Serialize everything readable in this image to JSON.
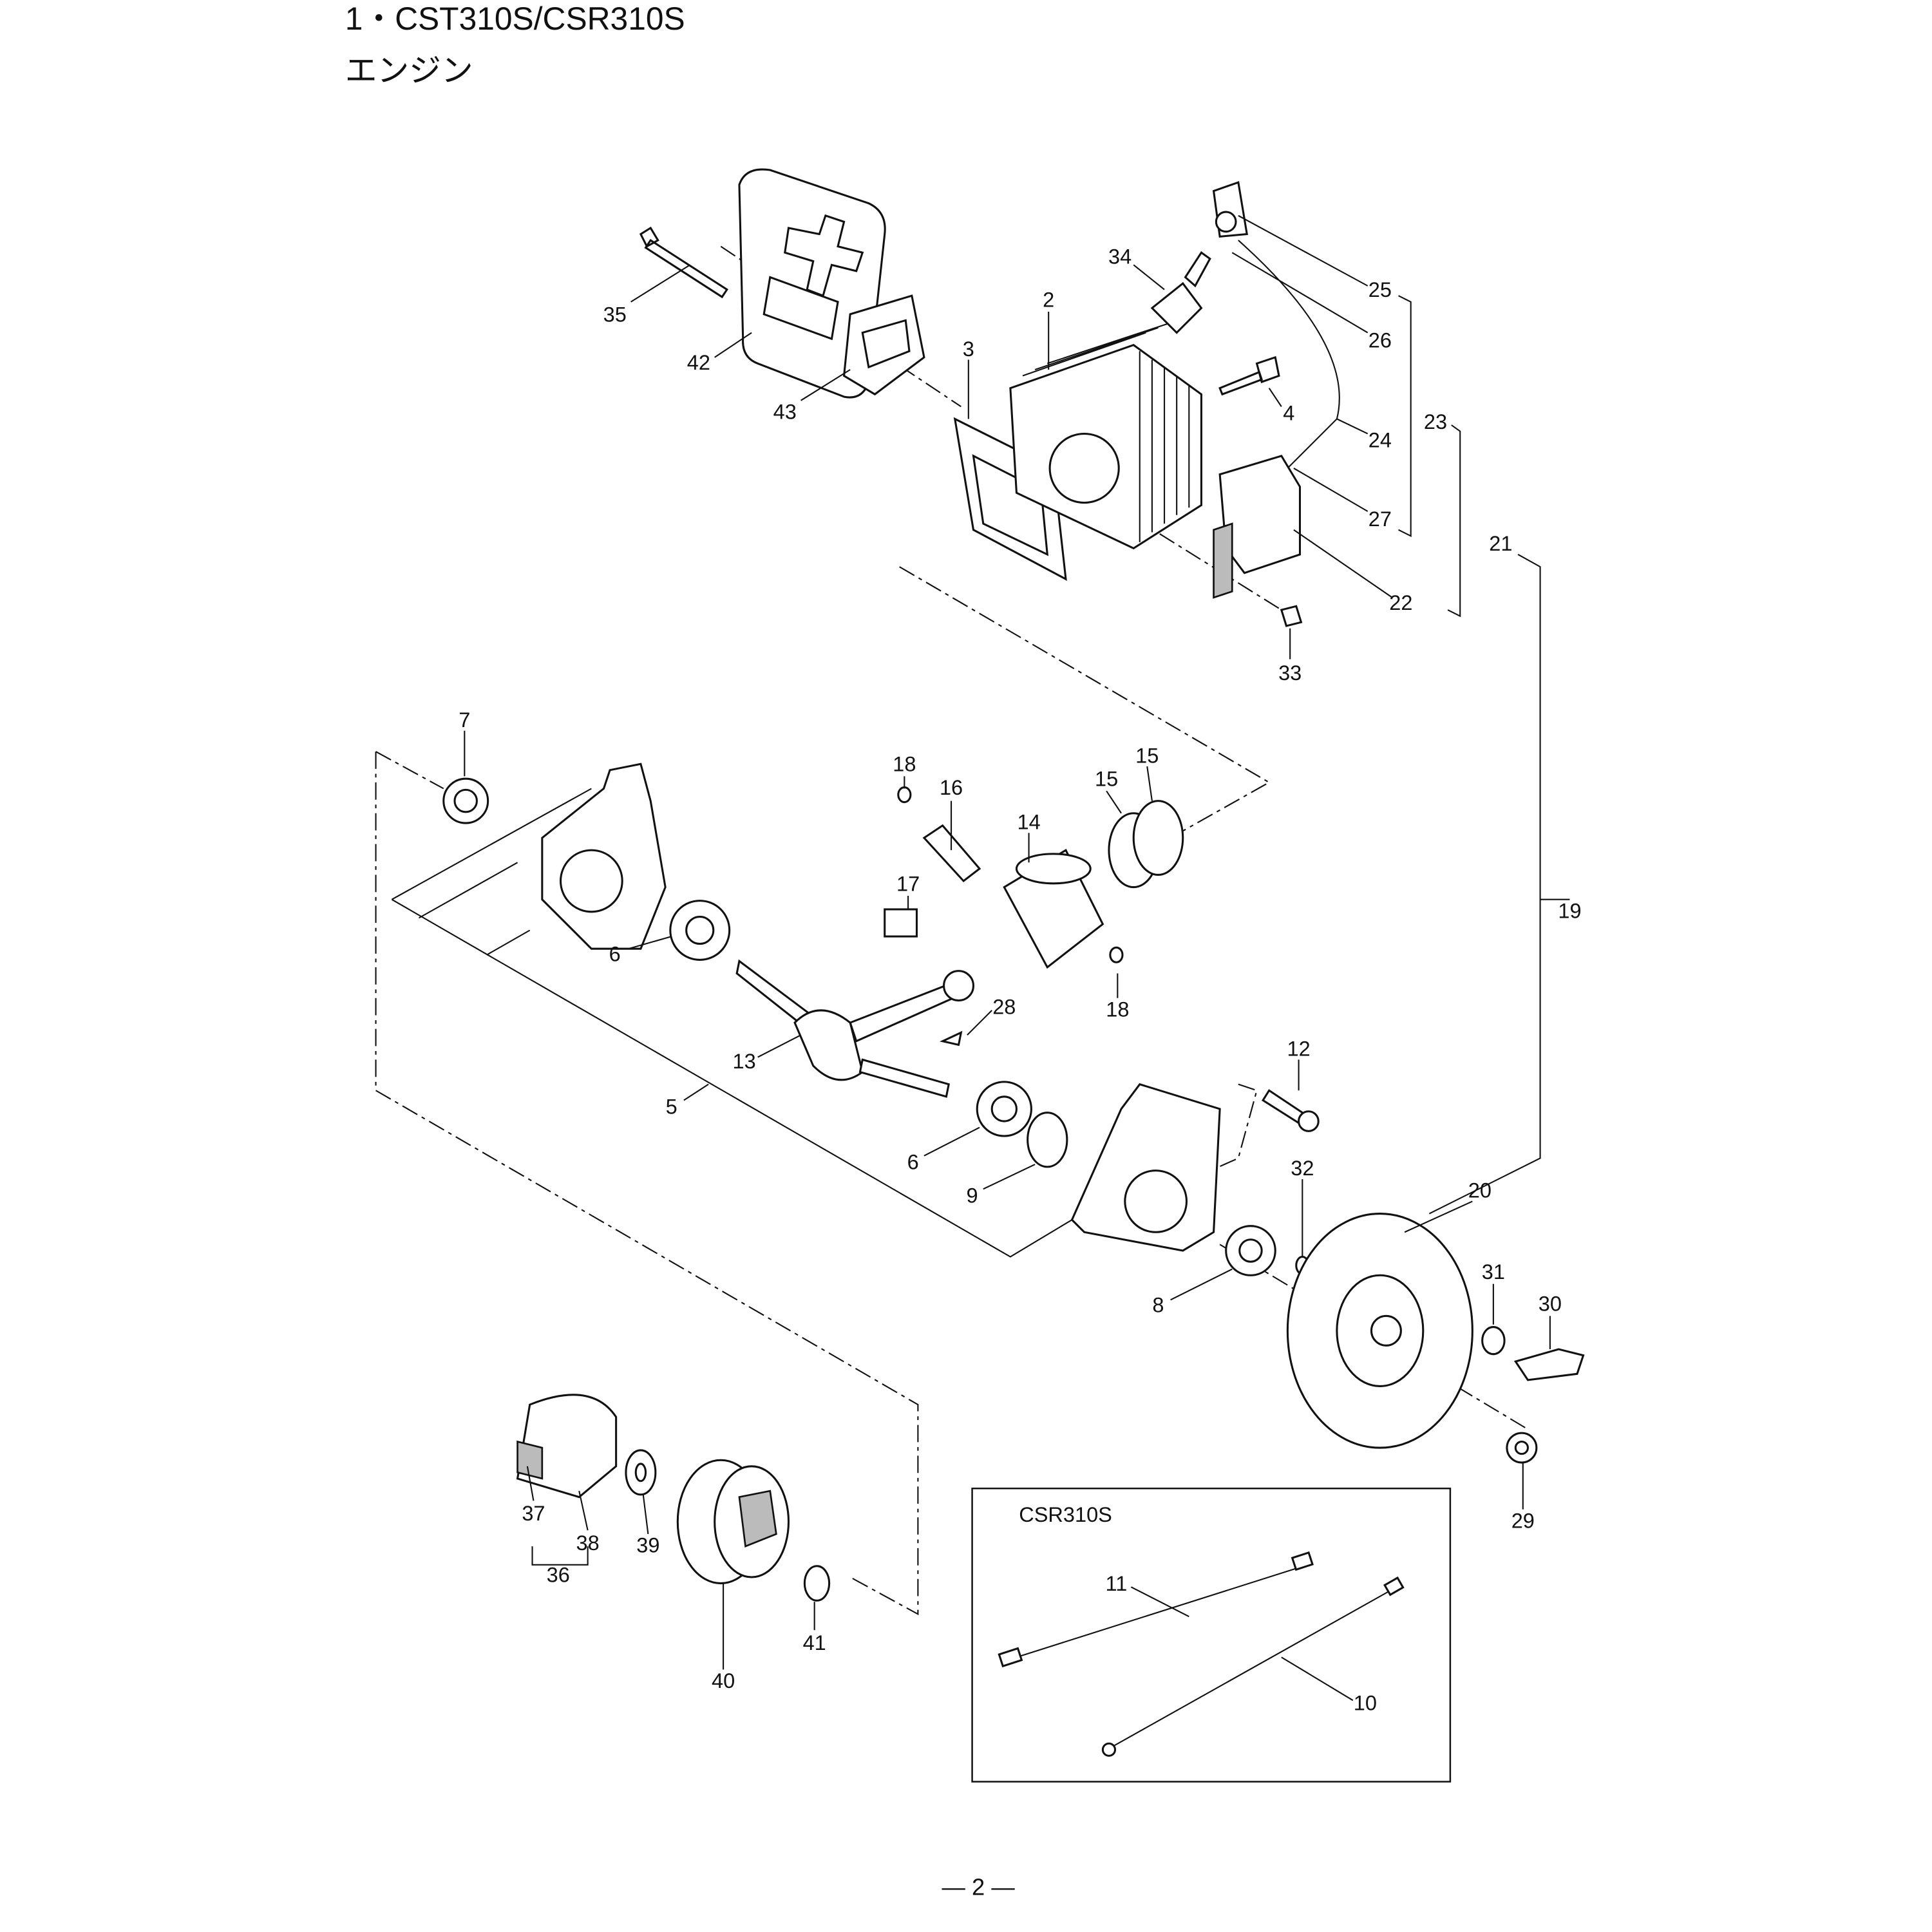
{
  "header": {
    "title": "1・CST310S/CSR310S",
    "subtitle": "エンジン"
  },
  "inset": {
    "label": "CSR310S"
  },
  "page_number": "— 2 —",
  "callouts": [
    "35",
    "42",
    "43",
    "3",
    "2",
    "34",
    "25",
    "26",
    "4",
    "24",
    "23",
    "27",
    "21",
    "22",
    "33",
    "7",
    "18",
    "16",
    "15",
    "15",
    "14",
    "17",
    "6",
    "28",
    "18",
    "13",
    "19",
    "12",
    "5",
    "6",
    "9",
    "32",
    "20",
    "31",
    "30",
    "8",
    "29",
    "11",
    "10",
    "37",
    "38",
    "39",
    "36",
    "40",
    "41"
  ]
}
